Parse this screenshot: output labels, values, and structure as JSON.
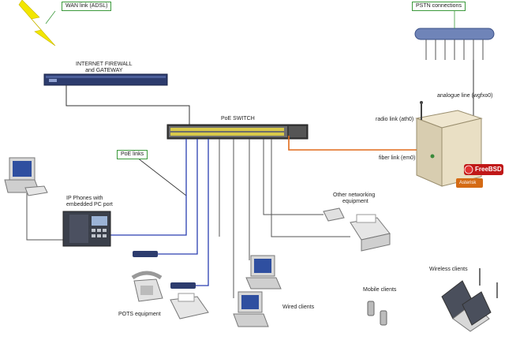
{
  "callouts": {
    "wan": "WAN link (ADSL)",
    "pstn": "PSTN connections",
    "poe": "PoE links"
  },
  "labels": {
    "firewall_line1": "INTERNET FIREWALL",
    "firewall_line2": "and GATEWAY",
    "switch": "PoE SWITCH",
    "analogue": "analogue line (wgfxo0)",
    "radio": "radio link (ath0)",
    "fiber": "fiber link (em0)",
    "freebsd": "FreeBSD",
    "asterisk": "Asterisk",
    "ip_phones_line1": "IP Phones with",
    "ip_phones_line2": "embedded PC port",
    "other_net_line1": "Other networking",
    "other_net_line2": "equipment",
    "pots": "POTS equipment",
    "wired": "Wired clients",
    "mobile": "Mobile clients",
    "wireless": "Wireless clients"
  },
  "colors": {
    "callout_border": "#3c9a3c",
    "blue_link": "#2a3fb0",
    "fiber_link": "#e06a1a",
    "wire": "#333333",
    "lightning": "#f2e600"
  }
}
